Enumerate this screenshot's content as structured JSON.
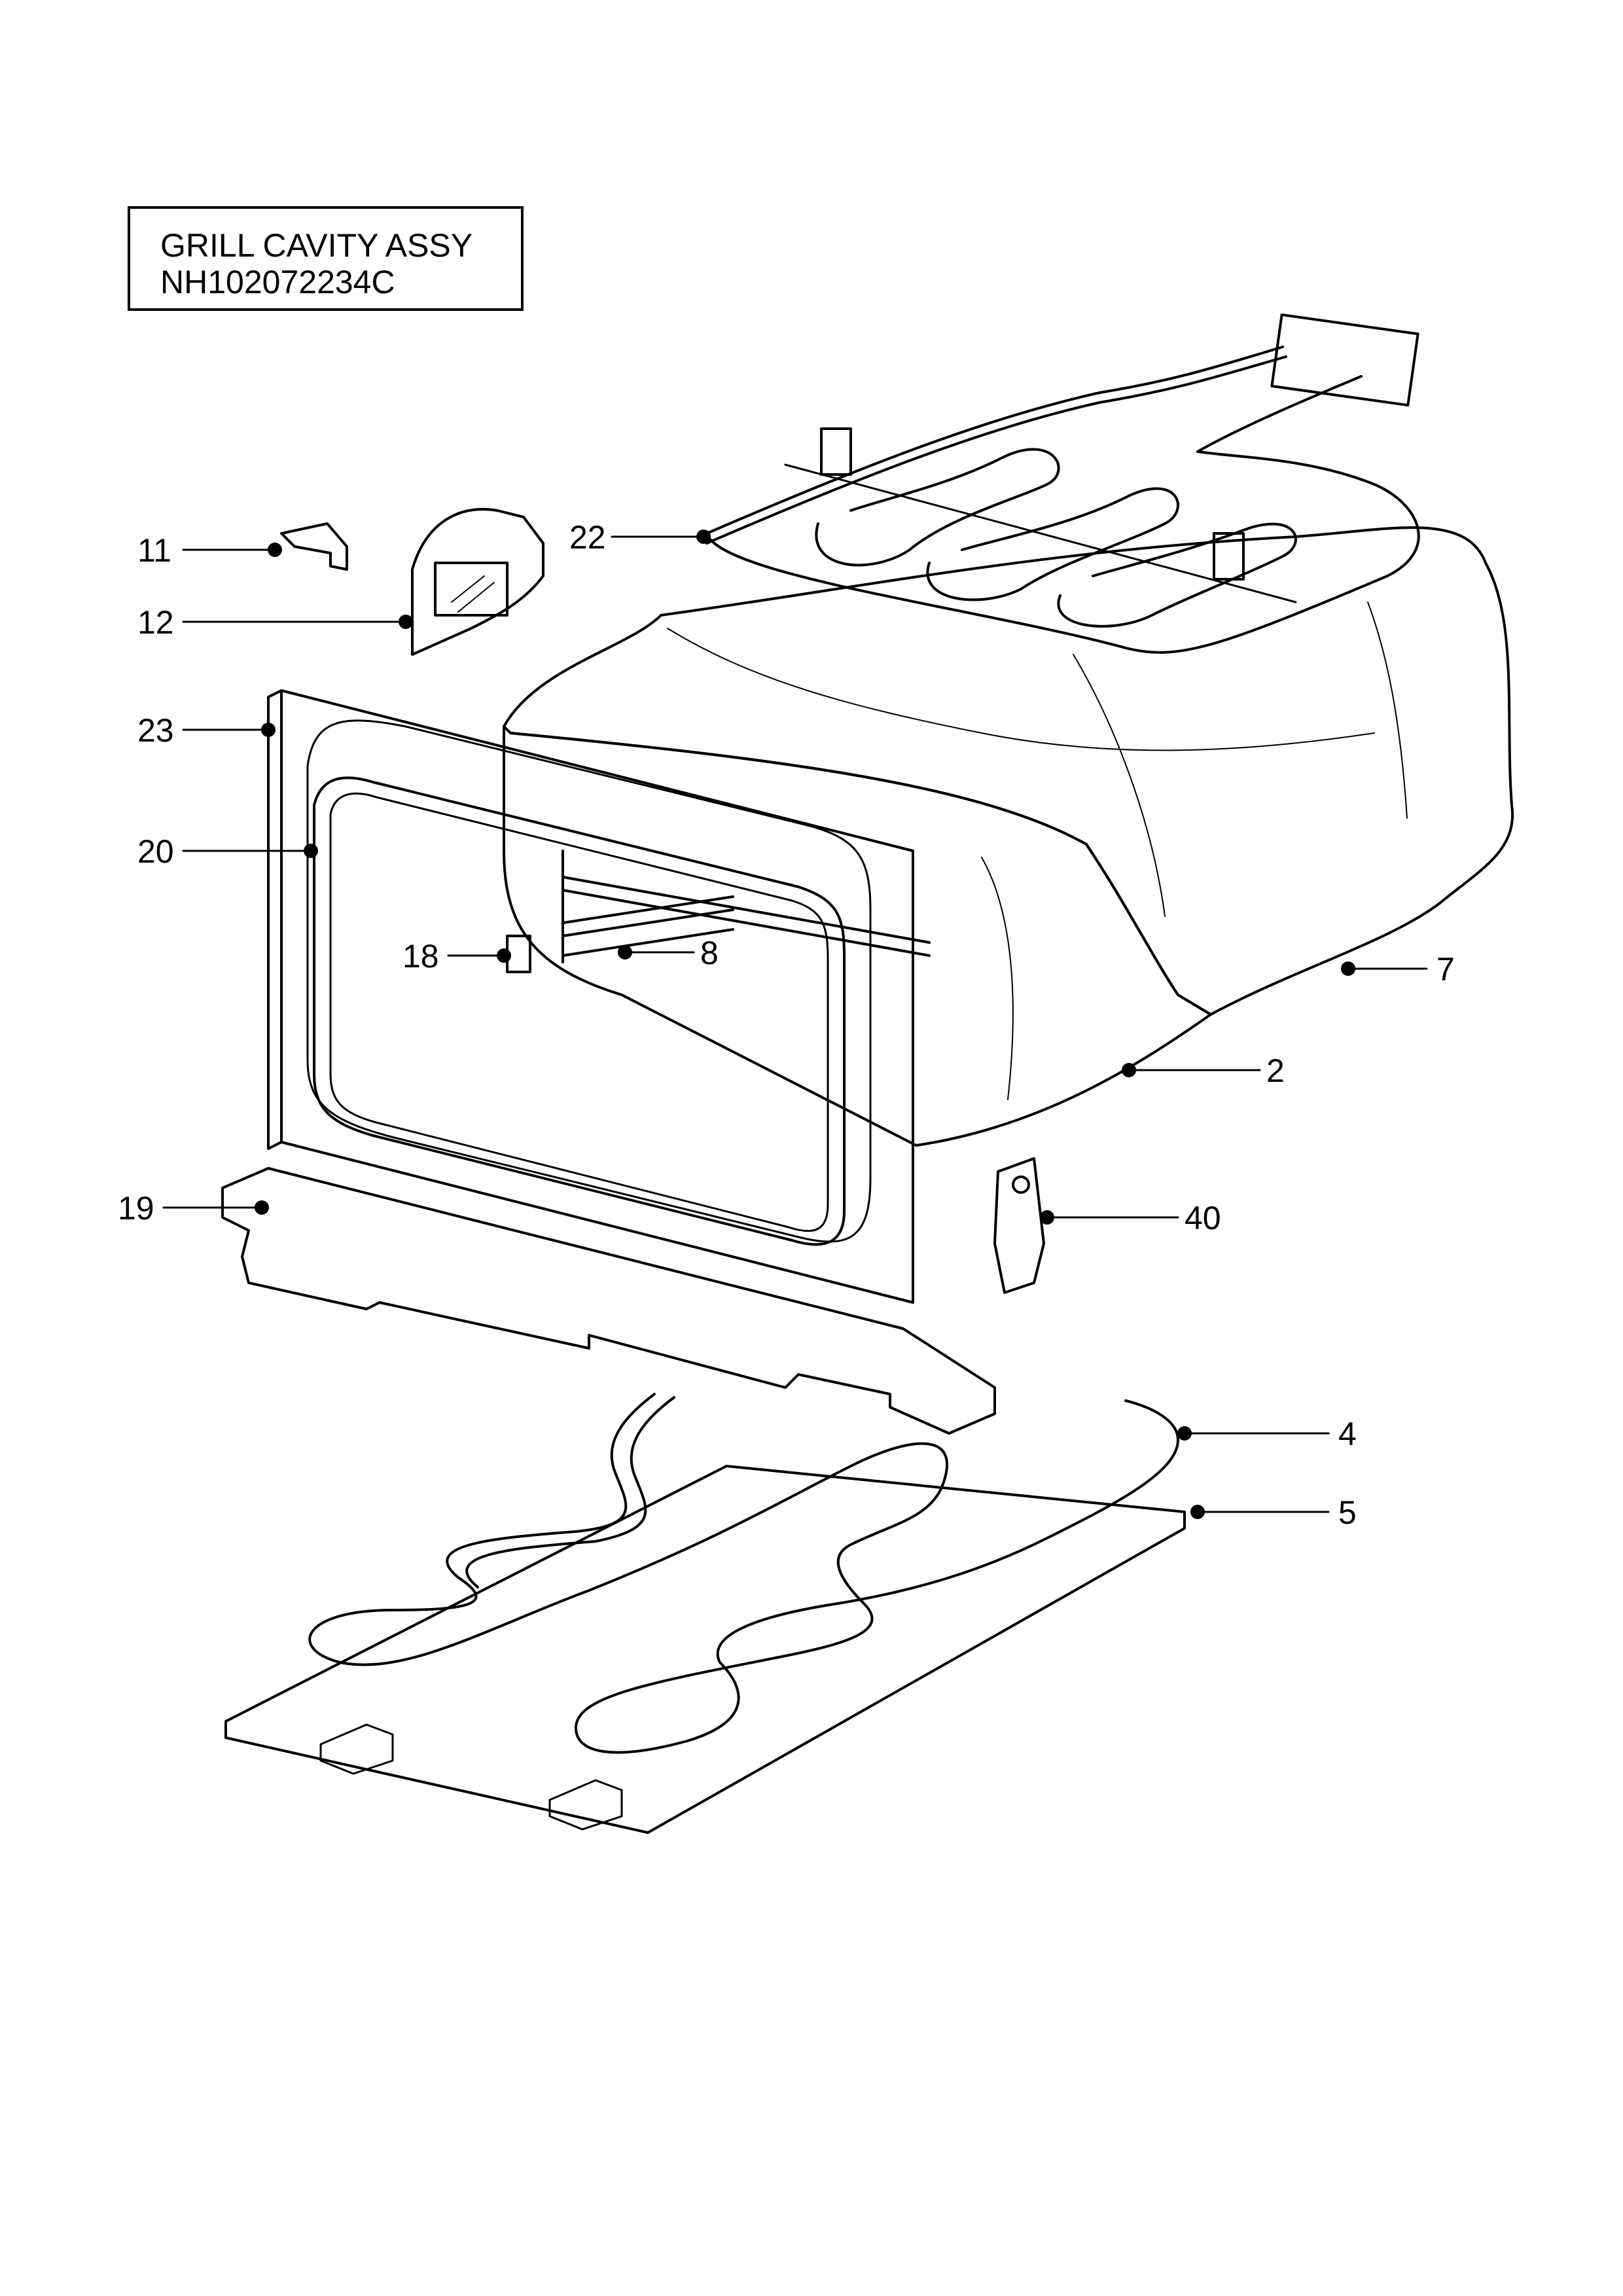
{
  "title": {
    "line1": "GRILL CAVITY ASSY",
    "line2": "NH102072234C"
  },
  "callouts": [
    {
      "id": "11",
      "label": "11"
    },
    {
      "id": "12",
      "label": "12"
    },
    {
      "id": "22",
      "label": "22"
    },
    {
      "id": "23",
      "label": "23"
    },
    {
      "id": "20",
      "label": "20"
    },
    {
      "id": "18",
      "label": "18"
    },
    {
      "id": "8",
      "label": "8"
    },
    {
      "id": "7",
      "label": "7"
    },
    {
      "id": "2",
      "label": "2"
    },
    {
      "id": "19",
      "label": "19"
    },
    {
      "id": "40",
      "label": "40"
    },
    {
      "id": "4",
      "label": "4"
    },
    {
      "id": "5",
      "label": "5"
    }
  ]
}
